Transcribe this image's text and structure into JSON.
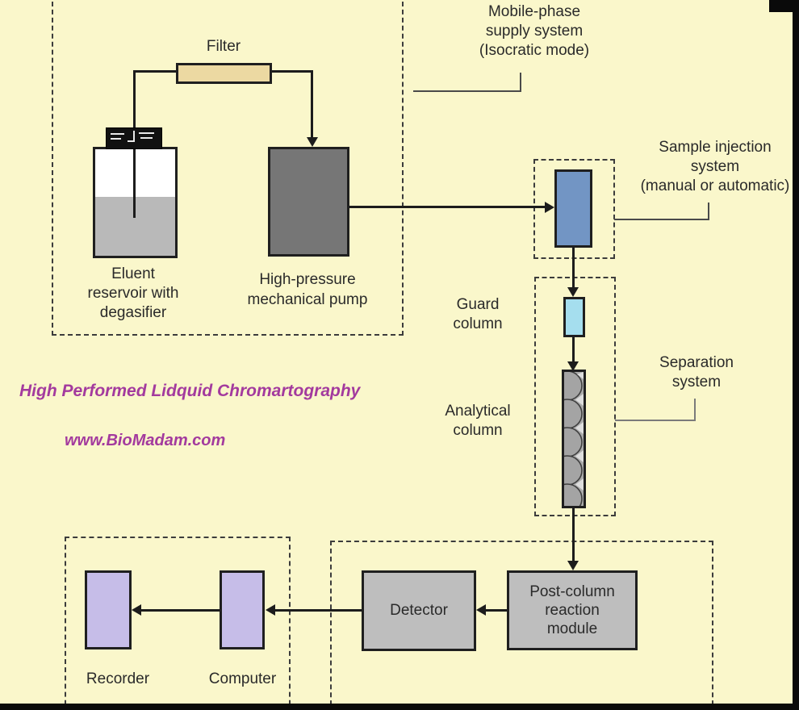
{
  "diagram": {
    "labels": {
      "filter": "Filter",
      "eluent_reservoir": "Eluent\nreservoir with\ndegasifier",
      "pump": "High-pressure\nmechanical pump",
      "mobile_phase": "Mobile-phase\nsupply system\n(Isocratic mode)",
      "sample_injection": "Sample injection\nsystem\n(manual or automatic)",
      "guard_column": "Guard\ncolumn",
      "analytical_column": "Analytical\ncolumn",
      "separation": "Separation\nsystem",
      "post_column": "Post-column\nreaction\nmodule",
      "detector": "Detector",
      "computer": "Computer",
      "recorder": "Recorder"
    },
    "watermark": {
      "title": "High Performed Lidquid Chromartography",
      "url": "www.BioMadam.com",
      "color": "#a33a9e"
    },
    "colors": {
      "background": "#faf7cb",
      "filter_fill": "#ecd9a2",
      "pump_fill": "#767676",
      "reservoir_liquid": "#b9b9b9",
      "reservoir_cap": "#111111",
      "injector_fill": "#7295c4",
      "guard_column_fill": "#a5deee",
      "analytical_column_fill": "#ababab",
      "module_fill": "#bebebe",
      "io_fill": "#c6bde8",
      "line_color": "#1c1c1c",
      "dash_color": "#3c3c3c"
    }
  }
}
